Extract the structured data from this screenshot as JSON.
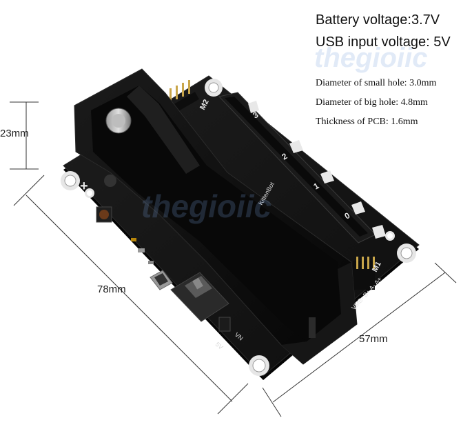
{
  "specs": {
    "battery_voltage": "Battery voltage:3.7V",
    "usb_voltage": "USB input voltage: 5V",
    "small_hole": "Diameter of small hole: 3.0mm",
    "big_hole": "Diameter of big hole: 4.8mm",
    "pcb_thickness": "Thickness of PCB: 1.6mm"
  },
  "dimensions": {
    "height": "23mm",
    "length": "78mm",
    "width": "57mm"
  },
  "watermark": "thegioiic",
  "board": {
    "brand": "KittenBot",
    "motor_m1": "M1",
    "motor_m2": "M2",
    "motor_pins": "VMB- B+ A- A+",
    "plus_sign": "+",
    "pin_labels": [
      "3",
      "2",
      "1",
      "0"
    ],
    "label_5v": "5V",
    "label_vin": "VN"
  },
  "colors": {
    "pcb": "#151515",
    "holder": "#0c0c0c",
    "pad": "#e8e8e8",
    "header_red": "#d8242c",
    "header_blue": "#2e54c0",
    "watermark": "#7aa0dc"
  }
}
